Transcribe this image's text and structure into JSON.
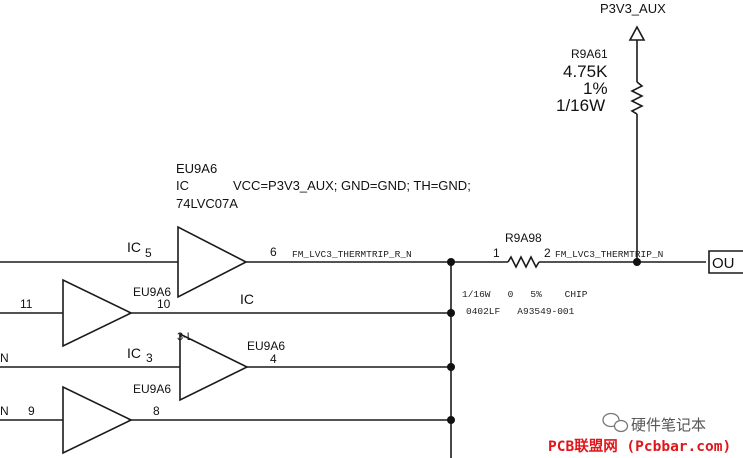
{
  "power": {
    "net": "P3V3_AUX"
  },
  "resistor_top": {
    "ref": "R9A61",
    "value": "4.75K",
    "tolerance": "1%",
    "power": "1/16W"
  },
  "gate_ic": {
    "ref": "EU9A6",
    "type": "IC",
    "pins": "VCC=P3V3_AUX; GND=GND; TH=GND;",
    "part": "74LVC07A"
  },
  "gate1": {
    "type": "IC",
    "in_pin": "5",
    "out_pin": "6"
  },
  "gate2": {
    "ref": "EU9A6",
    "type": "IC",
    "in_pin": "11",
    "out_pin": "10"
  },
  "gate3": {
    "ref": "EU9A6",
    "type": "IC",
    "in_pin": "3",
    "out_pin": "4",
    "partial_label": "3-L"
  },
  "gate4": {
    "ref": "EU9A6",
    "in_pin": "9",
    "out_pin": "8"
  },
  "left_nets": {
    "net3": "N",
    "net4": "N"
  },
  "net_r": "FM_LVC3_THERMTRIP_R_N",
  "resistor_mid": {
    "ref": "R9A98",
    "pin1": "1",
    "pin2": "2",
    "specs": "1/16W   0   5%    CHIP",
    "part": "0402LF   A93549-001"
  },
  "net_out": "FM_LVC3_THERMTRIP_N",
  "off_page": {
    "label": "OU"
  },
  "watermark": {
    "wechat": "硬件笔记本",
    "site": "PCB联盟网 (Pcbbar.com)"
  }
}
